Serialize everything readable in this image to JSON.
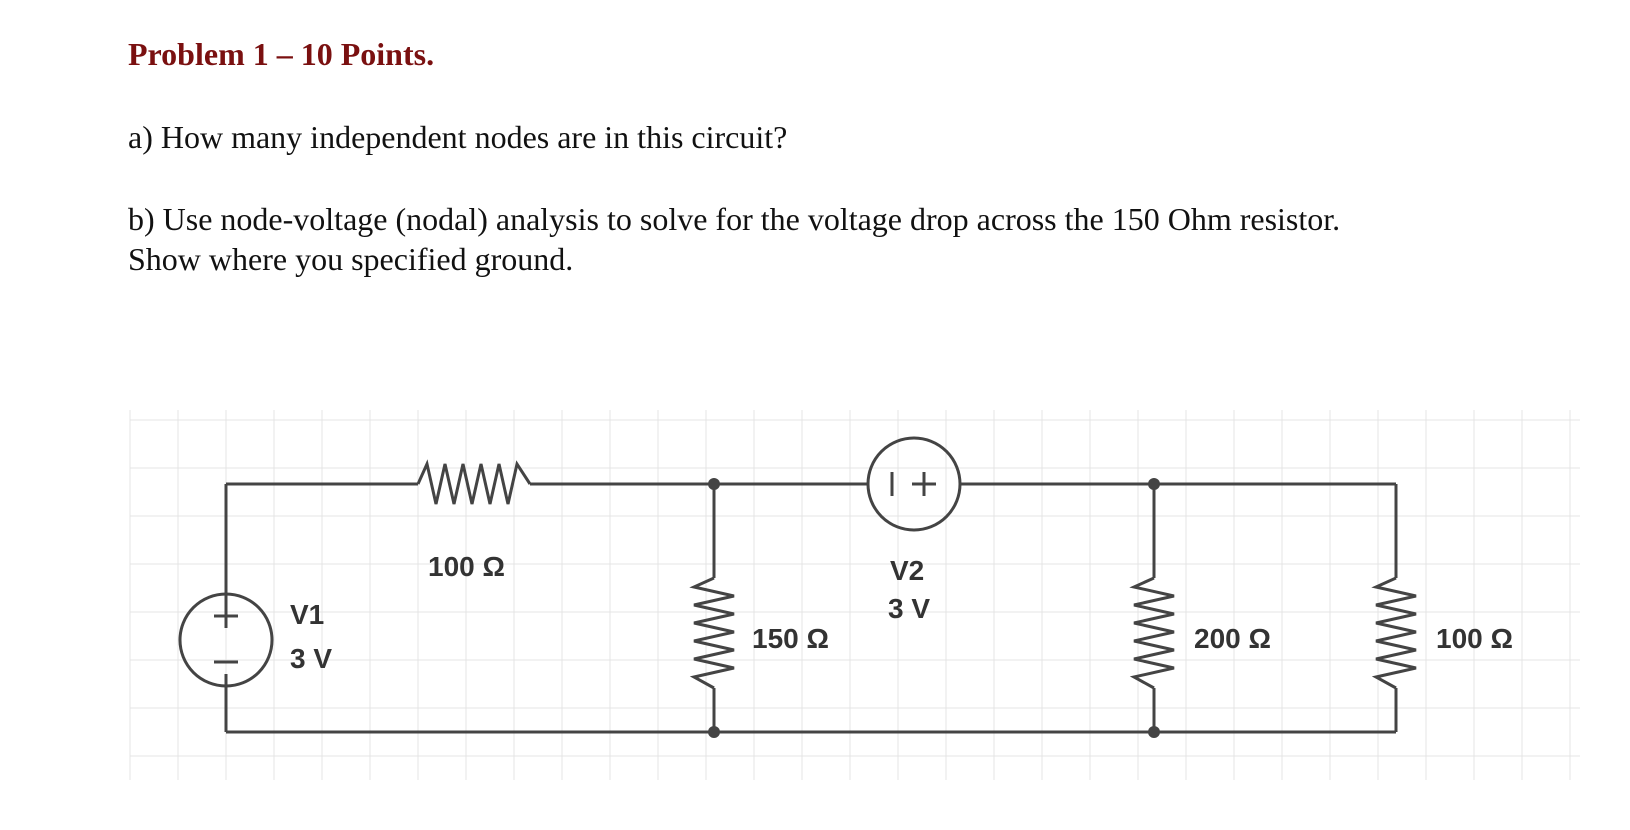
{
  "problem": {
    "title": "Problem 1 – 10 Points.",
    "part_a": "a) How many independent nodes are in this circuit?",
    "part_b_line1": "b) Use node-voltage (nodal) analysis to solve for the voltage drop across the 150 Ohm resistor.",
    "part_b_line2": "Show where you specified ground."
  },
  "circuit": {
    "v1": {
      "name": "V1",
      "value": "3 V"
    },
    "v2": {
      "name": "V2",
      "value": "3 V"
    },
    "r_top": {
      "value": "100 Ω"
    },
    "r_150": {
      "value": "150 Ω"
    },
    "r_200": {
      "value": "200 Ω"
    },
    "r_right": {
      "value": "100 Ω"
    }
  }
}
